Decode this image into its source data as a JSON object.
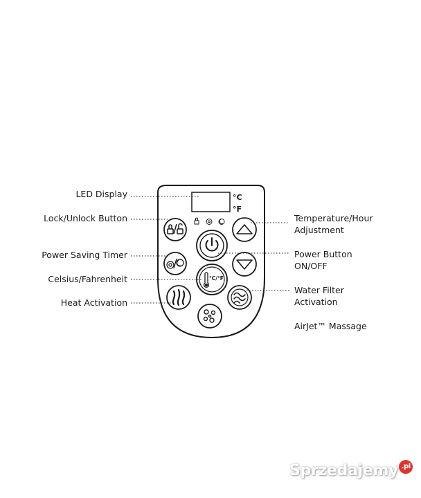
{
  "labels": {
    "led_display": "LED Display",
    "lock_unlock": "Lock/Unlock Button",
    "power_saving": "Power Saving Timer",
    "celsius_fahrenheit": "Celsius/Fahrenheit",
    "heat_activation": "Heat Activation",
    "temp_hour_line1": "Temperature/Hour",
    "temp_hour_line2": "Adjustment",
    "power_line1": "Power Button",
    "power_line2": "ON/OFF",
    "filter_line1": "Water Filter",
    "filter_line2": "Activation",
    "airjet": "AirJet™ Massage"
  },
  "display": {
    "celsius_unit": "°C",
    "fahrenheit_unit": "°F",
    "cf_button_text": "°C/°F"
  },
  "watermark": {
    "brand": "Sprzedajemy",
    "tld": ".pl"
  },
  "icons": {
    "lock_unlock": "padlock-pair-icon",
    "power": "power-icon",
    "up": "triangle-up-icon",
    "down": "triangle-down-icon",
    "timer": "timer-clock-icon",
    "thermometer": "thermometer-icon",
    "heat": "flame-waves-icon",
    "filter": "water-filter-icon",
    "airjet": "bubbles-icon"
  },
  "colors": {
    "line": "#1a1a1a",
    "watermark_accent": "#e0342b"
  }
}
